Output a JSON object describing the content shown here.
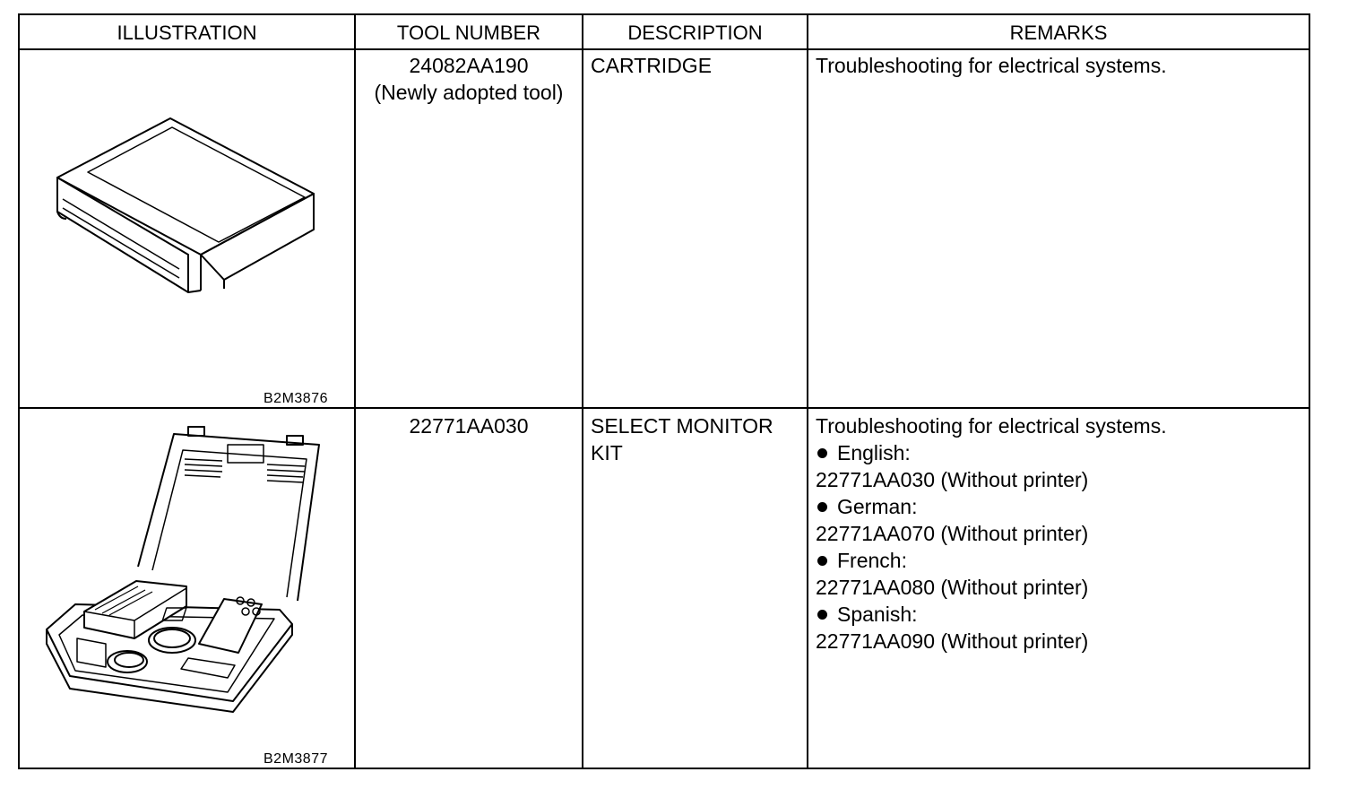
{
  "table": {
    "headers": {
      "illustration": "ILLUSTRATION",
      "tool_number": "TOOL NUMBER",
      "description": "DESCRIPTION",
      "remarks": "REMARKS"
    },
    "rows": [
      {
        "illustration_icon": "cartridge-illustration",
        "illustration_code": "B2M3876",
        "tool_number": "24082AA190",
        "tool_note": "(Newly adopted tool)",
        "description": [
          "CARTRIDGE"
        ],
        "remarks": {
          "text": "Troubleshooting for electrical systems."
        }
      },
      {
        "illustration_icon": "select-monitor-kit-illustration",
        "illustration_code": "B2M3877",
        "tool_number": "22771AA030",
        "description": [
          "SELECT MONITOR",
          "KIT"
        ],
        "remarks": {
          "text": "Troubleshooting for electrical systems.",
          "languages": [
            {
              "label": "English:",
              "part": "22771AA030 (Without printer)"
            },
            {
              "label": "German:",
              "part": "22771AA070 (Without printer)"
            },
            {
              "label": "French:",
              "part": "22771AA080 (Without printer)"
            },
            {
              "label": "Spanish:",
              "part": "22771AA090 (Without printer)"
            }
          ]
        }
      }
    ]
  }
}
